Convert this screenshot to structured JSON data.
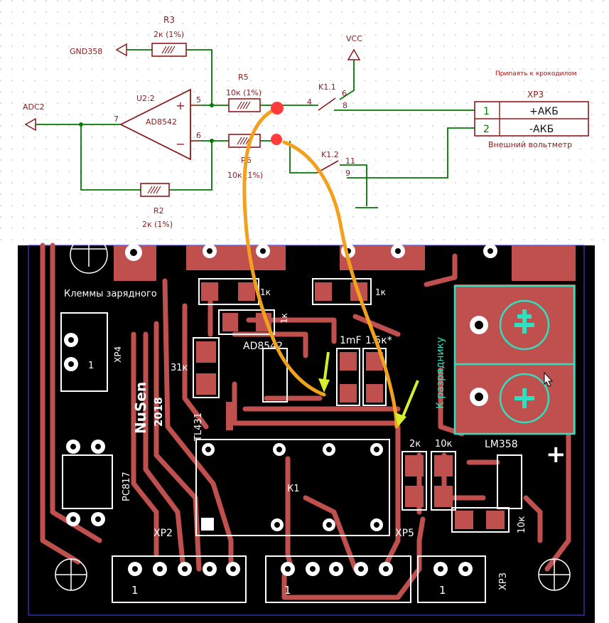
{
  "schematic": {
    "labels": {
      "r3_ref": "R3",
      "r3_val": "2к (1%)",
      "gnd": "GND358",
      "vcc": "VCC",
      "note": "Припаять к крокодилом",
      "r5_ref": "R5",
      "r5_val": "10к (1%)",
      "u_ref": "U2:2",
      "u_part": "AD8542",
      "adc": "ADC2",
      "k11": "K1.1",
      "k12": "K1.2",
      "xp3": "XP3",
      "xp3_row1_num": "1",
      "xp3_row1_name": "+АКБ",
      "xp3_row2_num": "2",
      "xp3_row2_name": "-АКБ",
      "xp3_caption": "Внешний вольтметр",
      "r6_ref": "R6",
      "r6_val": "10к (1%)",
      "r2_ref": "R2",
      "r2_val": "2к (1%)",
      "pin7": "7",
      "pin5": "5",
      "pin6": "6",
      "k_pin4": "4",
      "k_pin6": "6",
      "k_pin8": "8",
      "k_pin11": "11",
      "k_pin9": "9",
      "plus": "+",
      "minus": "−"
    }
  },
  "pcb": {
    "labels": {
      "klemmy": "Клеммы зарядного",
      "xp4": "XP4",
      "one": "1",
      "r31k": "31к",
      "tl431": "TL431",
      "nusen": "NuSen",
      "year": "2018",
      "pc817": "PC817",
      "ad8542": "AD8542",
      "r1k_top": "1к",
      "r1k_right": "1к",
      "rk_vert": "1к",
      "c1mf": "1mF",
      "r15k": "1.5к*",
      "k_razryad": "К разряднику",
      "lm358": "LM358",
      "r2k": "2к",
      "r10k": "10к",
      "r10k_vert": "10к",
      "k1": "К1",
      "xp2": "XP2",
      "xp5": "XP5",
      "xp3": "XP3",
      "plus": "+"
    }
  },
  "colors": {
    "board": "#000000",
    "copper": "#c0504d",
    "silk": "#ffffff",
    "wire_orange": "#f2a11c",
    "arrow_yellow": "#d7ef2a",
    "red_dot": "#ff3b3b",
    "sch_green": "#007a00",
    "sch_red": "#8b1a1a",
    "cyan_frame": "#2fe0c0"
  }
}
